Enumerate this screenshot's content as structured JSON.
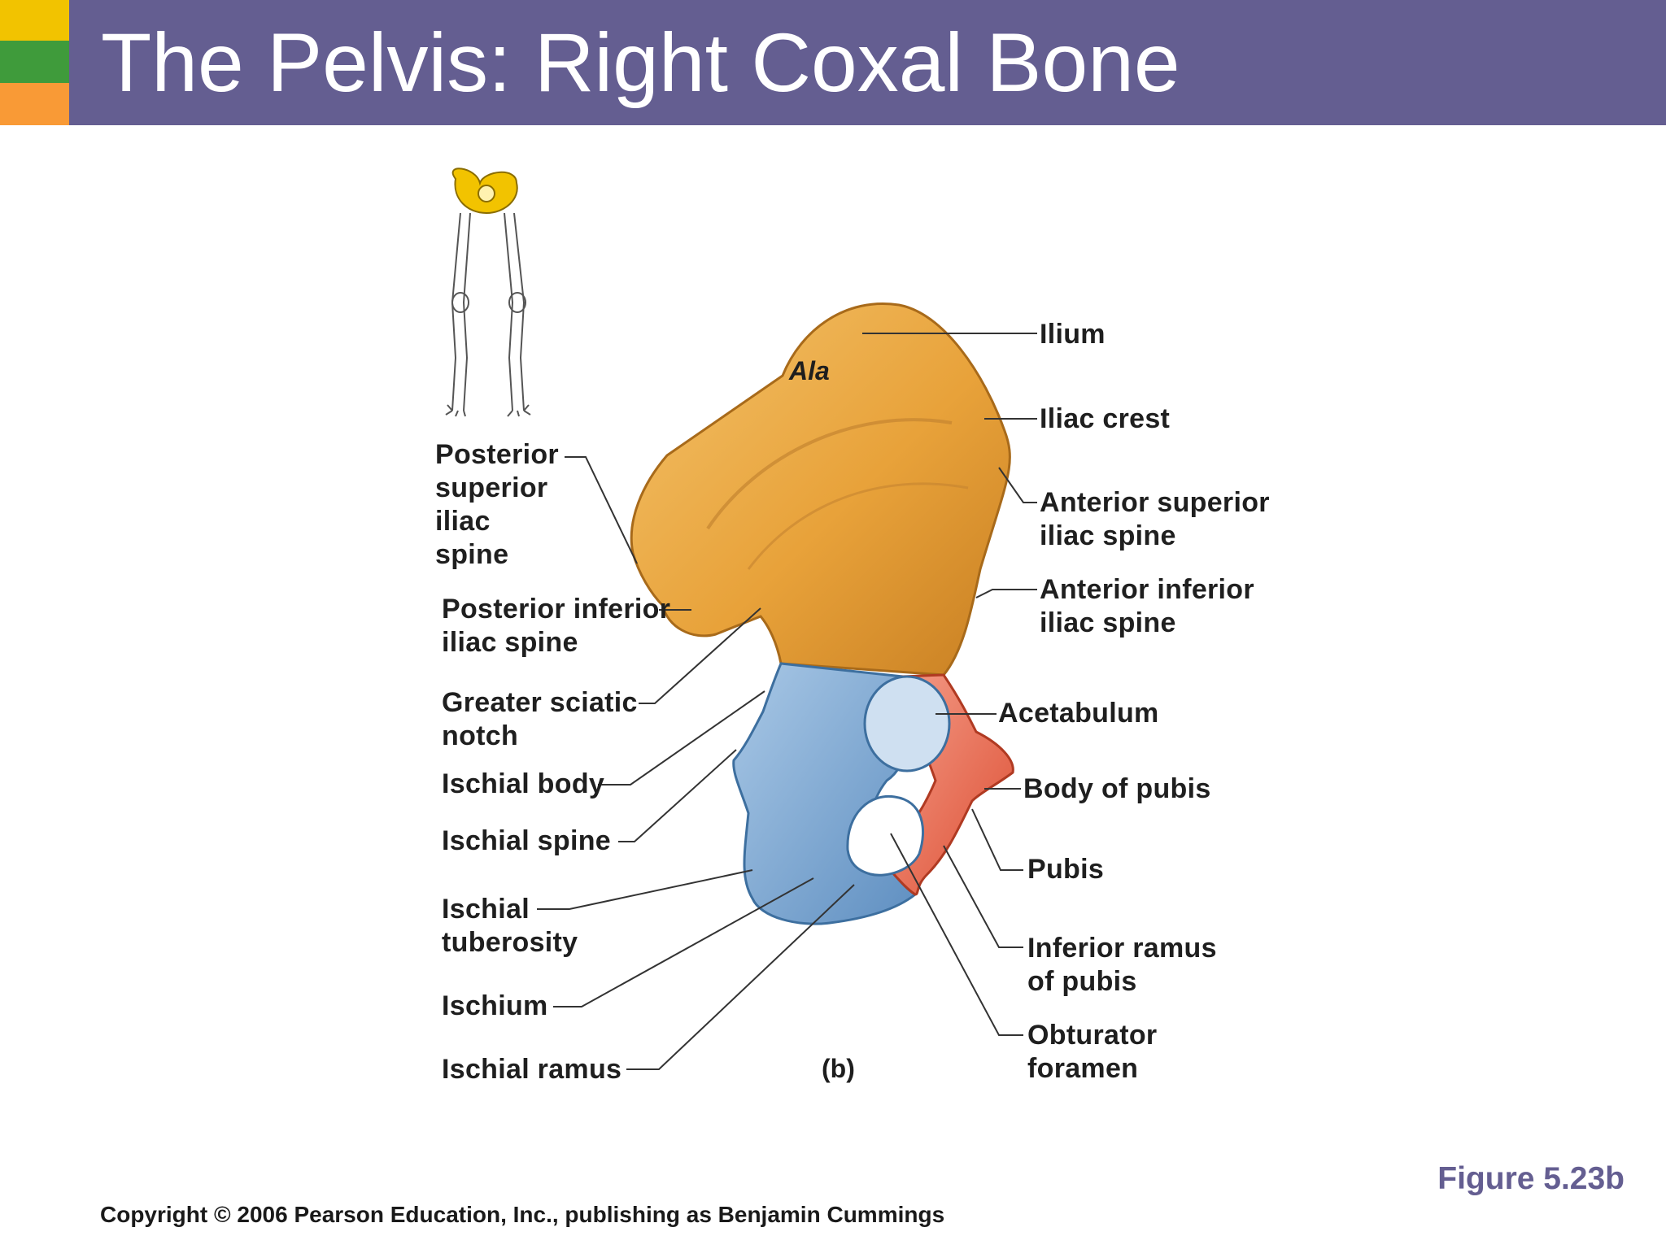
{
  "slide": {
    "title": "The Pelvis: Right Coxal Bone",
    "figure_ref": "Figure 5.23b",
    "copyright": "Copyright © 2006 Pearson Education, Inc., publishing as Benjamin Cummings"
  },
  "colors": {
    "header_bg": "#645e91",
    "strip_yellow": "#f2c300",
    "strip_green": "#3f9b3b",
    "strip_orange": "#f99a36",
    "ilium": "#e8a23a",
    "ischium": "#8fb6dc",
    "pubis": "#e9735c"
  },
  "diagram": {
    "inner_label": "Ala",
    "part_label": "(b)",
    "labels": {
      "ilium": "Ilium",
      "iliac_crest": "Iliac crest",
      "asis": "Anterior superior\niliac spine",
      "aiis": "Anterior inferior\niliac spine",
      "acetabulum": "Acetabulum",
      "body_pubis": "Body of pubis",
      "pubis": "Pubis",
      "inf_ramus_pubis": "Inferior ramus\nof pubis",
      "obturator": "Obturator\nforamen",
      "psis": "Posterior\nsuperior\niliac\nspine",
      "piis": "Posterior inferior\niliac spine",
      "greater_sciatic": "Greater sciatic\nnotch",
      "ischial_body": "Ischial body",
      "ischial_spine": "Ischial spine",
      "ischial_tuberosity": "Ischial\ntuberosity",
      "ischium": "Ischium",
      "ischial_ramus": "Ischial ramus"
    }
  }
}
